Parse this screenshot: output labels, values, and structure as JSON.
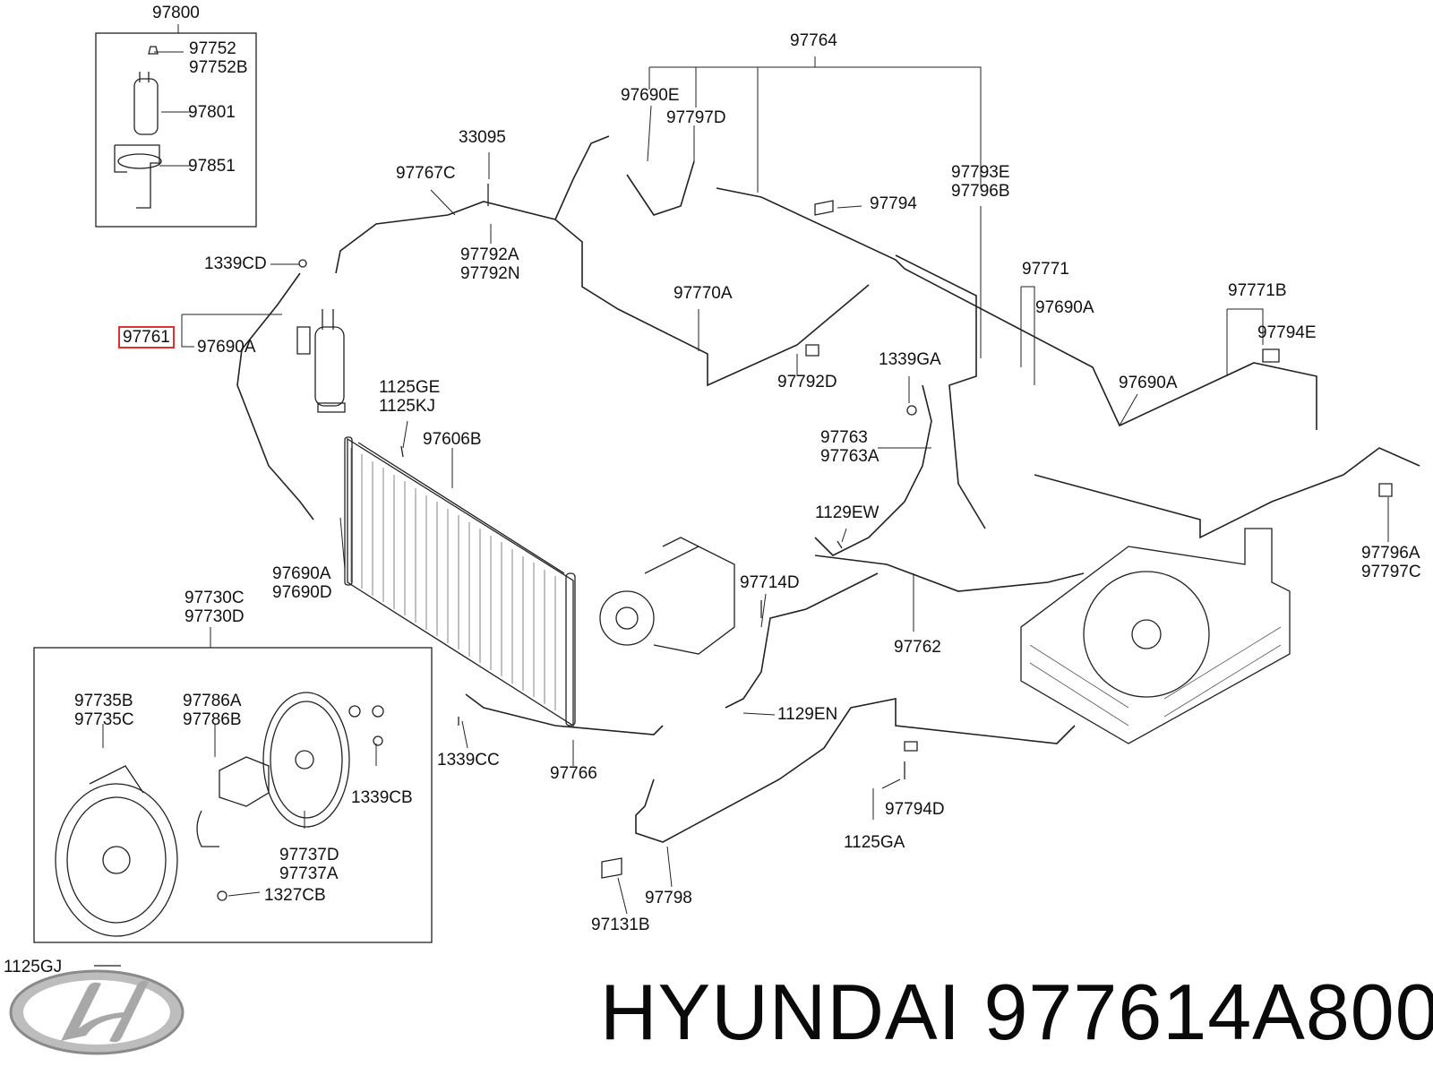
{
  "brand": {
    "text": "HYUNDAI 977614A800",
    "logo": "hyundai-logo"
  },
  "highlight": {
    "part": "97761",
    "color": "#e03030"
  },
  "callouts": {
    "c97800": "97800",
    "c97752": "97752",
    "c97752b": "97752B",
    "c97801": "97801",
    "c97851": "97851",
    "c1339cd": "1339CD",
    "c97761": "97761",
    "c97690a_1": "97690A",
    "c97767c": "97767C",
    "c33095": "33095",
    "c97792a": "97792A",
    "c97792n": "97792N",
    "c97764": "97764",
    "c97690e": "97690E",
    "c97797d": "97797D",
    "c97794": "97794",
    "c97793e": "97793E",
    "c97796b": "97796B",
    "c97770a": "97770A",
    "c97792d": "97792D",
    "c97771": "97771",
    "c97690a_2": "97690A",
    "c97771b": "97771B",
    "c97794e": "97794E",
    "c97690a_3": "97690A",
    "c1339ga": "1339GA",
    "c1125ge": "1125GE",
    "c1125kj": "1125KJ",
    "c97606b": "97606B",
    "c97763": "97763",
    "c97763a": "97763A",
    "c1129ew": "1129EW",
    "c97690a_4": "97690A",
    "c97690d": "97690D",
    "c97714d": "97714D",
    "c97762": "97762",
    "c97796a": "97796A",
    "c97797c": "97797C",
    "c97730c": "97730C",
    "c97730d": "97730D",
    "c97735b": "97735B",
    "c97735c": "97735C",
    "c97786a": "97786A",
    "c97786b": "97786B",
    "c1339cb": "1339CB",
    "c97737d": "97737D",
    "c97737a": "97737A",
    "c1327cb": "1327CB",
    "c1125gj": "1125GJ",
    "c1339cc": "1339CC",
    "c97766": "97766",
    "c1129en": "1129EN",
    "c97794d": "97794D",
    "c1125ga": "1125GA",
    "c97798": "97798",
    "c97131b": "97131B"
  }
}
